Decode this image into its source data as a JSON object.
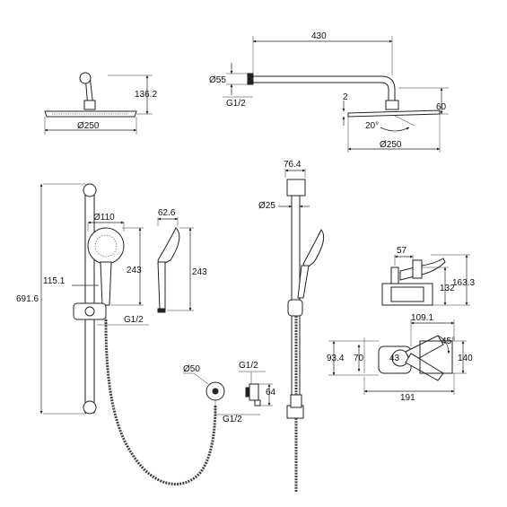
{
  "dimensions": {
    "rain_head_top_height": "136.2",
    "rain_head_top_diameter": "Ø250",
    "arm_length": "430",
    "wall_flange_diameter": "Ø55",
    "wall_thread": "G1/2",
    "arm_offset_small": "2",
    "arm_head_height": "60",
    "tilt_angle": "20°",
    "rain_head_side_diameter": "Ø250",
    "rail_total_height": "691.6",
    "rail_offset": "115.1",
    "hand_shower_diameter": "Ø110",
    "hand_shower_height": "243",
    "hand_shower_thread": "G1/2",
    "hand_side_width": "62.6",
    "hand_side_height": "243",
    "rail_top_width": "76.4",
    "rail_tube_diameter": "Ø25",
    "outlet_diameter": "Ø50",
    "outlet_thread_top": "G1/2",
    "outlet_depth": "64",
    "outlet_thread_bottom": "G1/2",
    "valve_handle_offset": "57",
    "valve_body_height": "132",
    "valve_total_height": "163.3",
    "valve_plate_width": "109.1",
    "valve_angle": "45°",
    "valve_plate_height": "93.4",
    "valve_inner_height": "70",
    "valve_plate_right_height": "140",
    "valve_total_width": "191"
  }
}
